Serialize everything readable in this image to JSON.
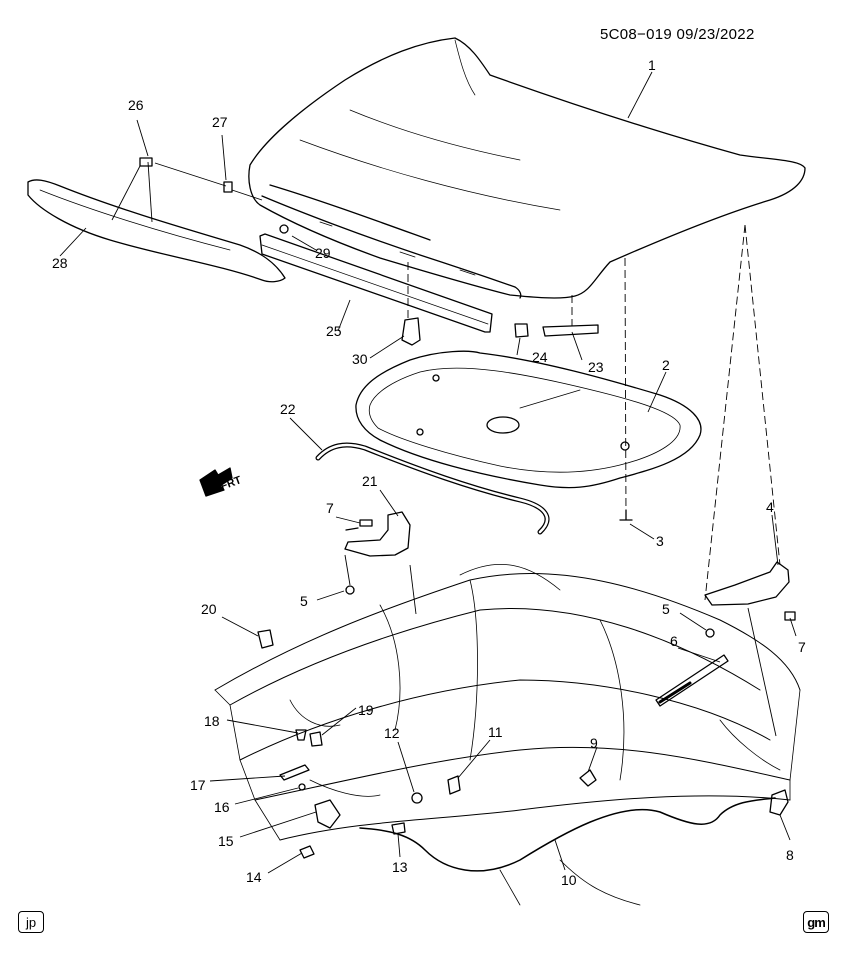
{
  "header": {
    "diagram_code": "5C08−019  09/23/2022"
  },
  "corner_badges": {
    "left": "jp",
    "right": "gm"
  },
  "front_indicator": {
    "label": "FRT"
  },
  "callouts": [
    {
      "id": "callout-1",
      "label": "1"
    },
    {
      "id": "callout-2",
      "label": "2"
    },
    {
      "id": "callout-3",
      "label": "3"
    },
    {
      "id": "callout-4",
      "label": "4"
    },
    {
      "id": "callout-5a",
      "label": "5"
    },
    {
      "id": "callout-5b",
      "label": "5"
    },
    {
      "id": "callout-6",
      "label": "6"
    },
    {
      "id": "callout-7a",
      "label": "7"
    },
    {
      "id": "callout-7b",
      "label": "7"
    },
    {
      "id": "callout-8",
      "label": "8"
    },
    {
      "id": "callout-9",
      "label": "9"
    },
    {
      "id": "callout-10",
      "label": "10"
    },
    {
      "id": "callout-11",
      "label": "11"
    },
    {
      "id": "callout-12",
      "label": "12"
    },
    {
      "id": "callout-13",
      "label": "13"
    },
    {
      "id": "callout-14",
      "label": "14"
    },
    {
      "id": "callout-15",
      "label": "15"
    },
    {
      "id": "callout-16",
      "label": "16"
    },
    {
      "id": "callout-17",
      "label": "17"
    },
    {
      "id": "callout-18",
      "label": "18"
    },
    {
      "id": "callout-19",
      "label": "19"
    },
    {
      "id": "callout-20",
      "label": "20"
    },
    {
      "id": "callout-21",
      "label": "21"
    },
    {
      "id": "callout-22",
      "label": "22"
    },
    {
      "id": "callout-23",
      "label": "23"
    },
    {
      "id": "callout-24",
      "label": "24"
    },
    {
      "id": "callout-25",
      "label": "25"
    },
    {
      "id": "callout-26",
      "label": "26"
    },
    {
      "id": "callout-27",
      "label": "27"
    },
    {
      "id": "callout-28",
      "label": "28"
    },
    {
      "id": "callout-29",
      "label": "29"
    },
    {
      "id": "callout-30",
      "label": "30"
    }
  ]
}
